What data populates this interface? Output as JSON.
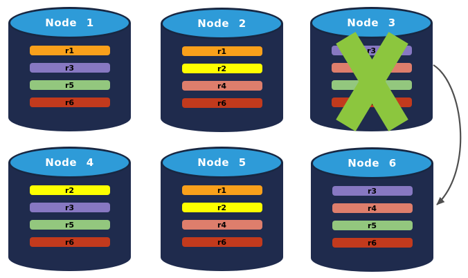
{
  "colors": {
    "background": "#ffffff",
    "cylinder-body": "#1F2B4D",
    "cylinder-top": "#2E9BD8",
    "cylinder-border": "#182742",
    "node-title": "#ffffff",
    "bar-label": "#000000",
    "failure-x": "#8CC63E",
    "arrow": "#4F4F4F"
  },
  "nodes": [
    {
      "title": "Node 1",
      "failed": false,
      "bars": [
        {
          "label": "r1",
          "color": "#F9A01B"
        },
        {
          "label": "r3",
          "color": "#8778C2"
        },
        {
          "label": "r5",
          "color": "#93C77E"
        },
        {
          "label": "r6",
          "color": "#C23A1D"
        }
      ]
    },
    {
      "title": "Node 2",
      "failed": false,
      "bars": [
        {
          "label": "r1",
          "color": "#F9A01B"
        },
        {
          "label": "r2",
          "color": "#FDFF00"
        },
        {
          "label": "r4",
          "color": "#DE7E6C"
        },
        {
          "label": "r6",
          "color": "#C23A1D"
        }
      ]
    },
    {
      "title": "Node 3",
      "failed": true,
      "bars": [
        {
          "label": "r3",
          "color": "#8778C2"
        },
        {
          "label": "r4",
          "color": "#DE7E6C"
        },
        {
          "label": "r5",
          "color": "#93C77E"
        },
        {
          "label": "r6",
          "color": "#C23A1D"
        }
      ]
    },
    {
      "title": "Node 4",
      "failed": false,
      "bars": [
        {
          "label": "r2",
          "color": "#FDFF00"
        },
        {
          "label": "r3",
          "color": "#8778C2"
        },
        {
          "label": "r5",
          "color": "#93C77E"
        },
        {
          "label": "r6",
          "color": "#C23A1D"
        }
      ]
    },
    {
      "title": "Node 5",
      "failed": false,
      "bars": [
        {
          "label": "r1",
          "color": "#F9A01B"
        },
        {
          "label": "r2",
          "color": "#FDFF00"
        },
        {
          "label": "r4",
          "color": "#DE7E6C"
        },
        {
          "label": "r6",
          "color": "#C23A1D"
        }
      ]
    },
    {
      "title": "Node 6",
      "failed": false,
      "bars": [
        {
          "label": "r3",
          "color": "#8778C2"
        },
        {
          "label": "r4",
          "color": "#DE7E6C"
        },
        {
          "label": "r5",
          "color": "#93C77E"
        },
        {
          "label": "r6",
          "color": "#C23A1D"
        }
      ]
    }
  ],
  "annotations": {
    "failure_x": {
      "node": "Node 3"
    },
    "arrow": {
      "from": "Node 3",
      "to": "Node 6"
    }
  }
}
